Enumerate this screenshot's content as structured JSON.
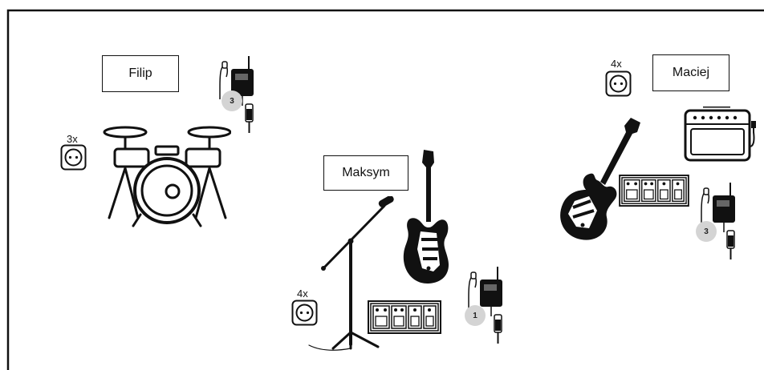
{
  "musicians": [
    {
      "name": "Filip"
    },
    {
      "name": "Maksym"
    },
    {
      "name": "Maciej"
    }
  ],
  "outlets": [
    {
      "count": "3x"
    },
    {
      "count": "4x"
    },
    {
      "count": "4x"
    }
  ],
  "in_ear_packs": [
    {
      "number": "3"
    },
    {
      "number": "1"
    },
    {
      "number": "3"
    }
  ],
  "icons": {
    "drums": "drum-kit-icon",
    "guitar": "electric-guitar-icon",
    "mic": "microphone-stand-icon",
    "pedalboard": "pedalboard-icon",
    "amp": "guitar-amplifier-icon",
    "outlet": "power-outlet-icon",
    "in_ear": "in-ear-monitor-icon"
  },
  "colors": {
    "line": "#111111",
    "badge": "#d4d4d4"
  }
}
